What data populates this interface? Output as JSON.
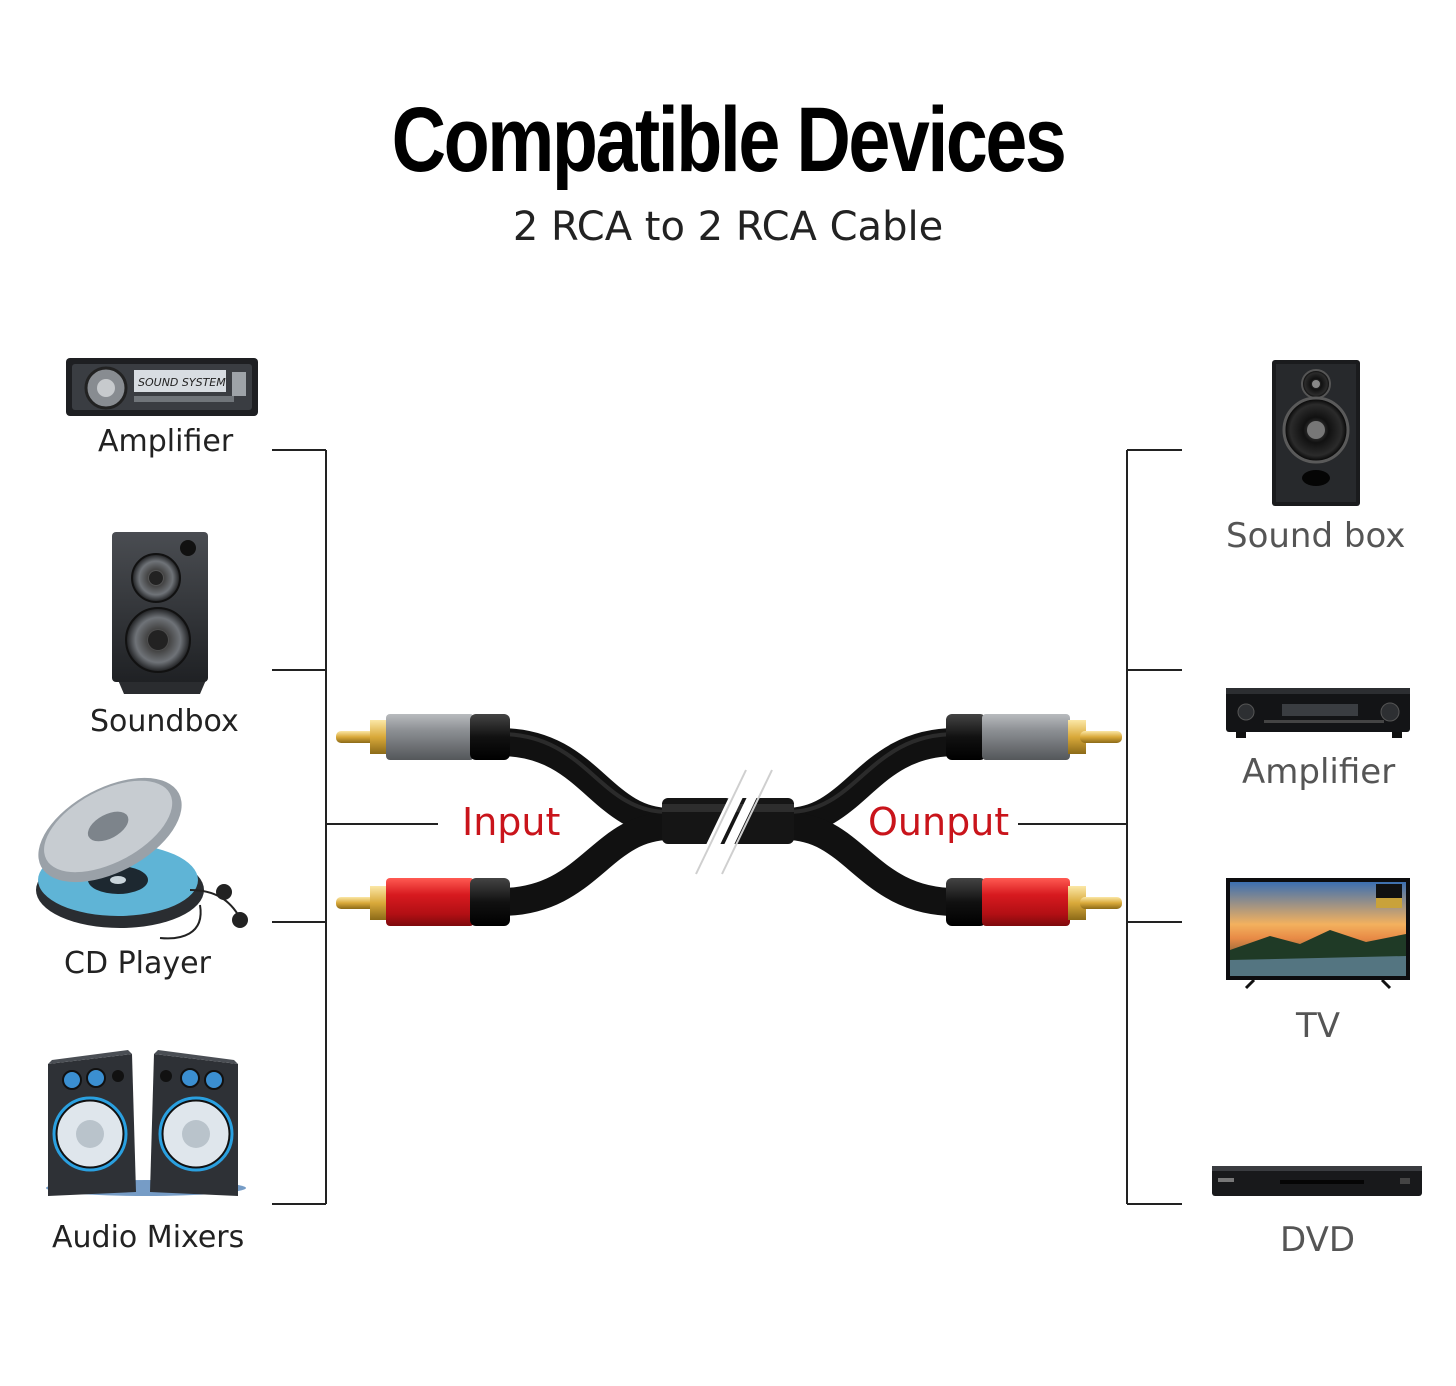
{
  "header": {
    "title": "Compatible Devices",
    "subtitle": "2 RCA to 2 RCA Cable"
  },
  "left_devices": [
    {
      "label": "Amplifier",
      "icon": "car-stereo-icon",
      "screen_text": "SOUND SYSTEM"
    },
    {
      "label": "Soundbox",
      "icon": "speaker-icon"
    },
    {
      "label": "CD Player",
      "icon": "cd-player-icon"
    },
    {
      "label": "Audio Mixers",
      "icon": "pc-speakers-icon"
    }
  ],
  "right_devices": [
    {
      "label": "Sound box",
      "icon": "bookshelf-speaker-icon"
    },
    {
      "label": "Amplifier",
      "icon": "av-receiver-icon"
    },
    {
      "label": "TV",
      "icon": "tv-icon"
    },
    {
      "label": "DVD",
      "icon": "dvd-player-icon"
    }
  ],
  "cable": {
    "input_label": "Input",
    "output_label": "Ounput",
    "plug_colors": {
      "white_channel": "#8a8d91",
      "red_channel": "#c8141b"
    },
    "label_color": "#c9141b"
  }
}
